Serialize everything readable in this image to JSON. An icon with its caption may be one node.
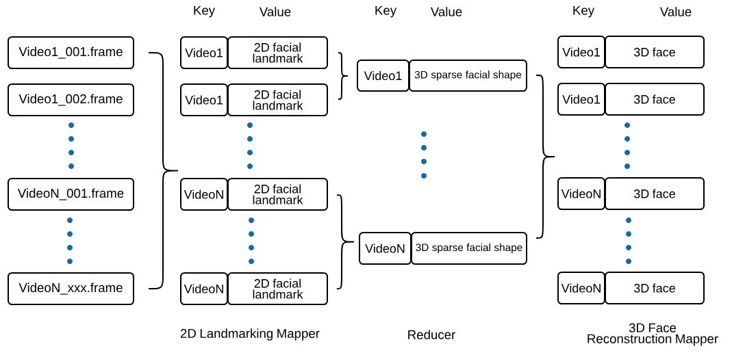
{
  "diagram": {
    "nodes": [
      {
        "text": [
          "Video1_001.frame"
        ]
      },
      {
        "text": [
          "Video1_002.frame"
        ]
      },
      {
        "text": [
          "VideoN_001.frame"
        ]
      },
      {
        "text": [
          "VideoN_xxx.frame"
        ]
      },
      {
        "text": [
          "Video1"
        ]
      },
      {
        "text": [
          "2D facial landmark"
        ]
      },
      {
        "text": [
          "Video1"
        ]
      },
      {
        "text": [
          "2D facial landmark"
        ]
      },
      {
        "text": [
          "VideoN"
        ]
      },
      {
        "text": [
          "2D facial landmark"
        ]
      },
      {
        "text": [
          "VideoN"
        ]
      },
      {
        "text": [
          "2D facial landmark"
        ]
      },
      {
        "text": [
          "Video1"
        ]
      },
      {
        "text": [
          "3D sparse facial shape"
        ]
      },
      {
        "text": [
          "VideoN"
        ]
      },
      {
        "text": [
          "3D sparse facial shape"
        ]
      },
      {
        "text": [
          "Video1"
        ]
      },
      {
        "text": [
          "3D face"
        ]
      },
      {
        "text": [
          "Video1"
        ]
      },
      {
        "text": [
          "3D face"
        ]
      },
      {
        "text": [
          "VideoN"
        ]
      },
      {
        "text": [
          "3D face"
        ]
      },
      {
        "text": [
          "VideoN"
        ]
      },
      {
        "text": [
          "3D face"
        ]
      }
    ],
    "labels": [
      "Key",
      "Value",
      "Key",
      "Value",
      "Key",
      "Value",
      "2D Landmarking Mapper",
      "Reducer",
      "3D Face Reconstruction Mapper"
    ]
  }
}
